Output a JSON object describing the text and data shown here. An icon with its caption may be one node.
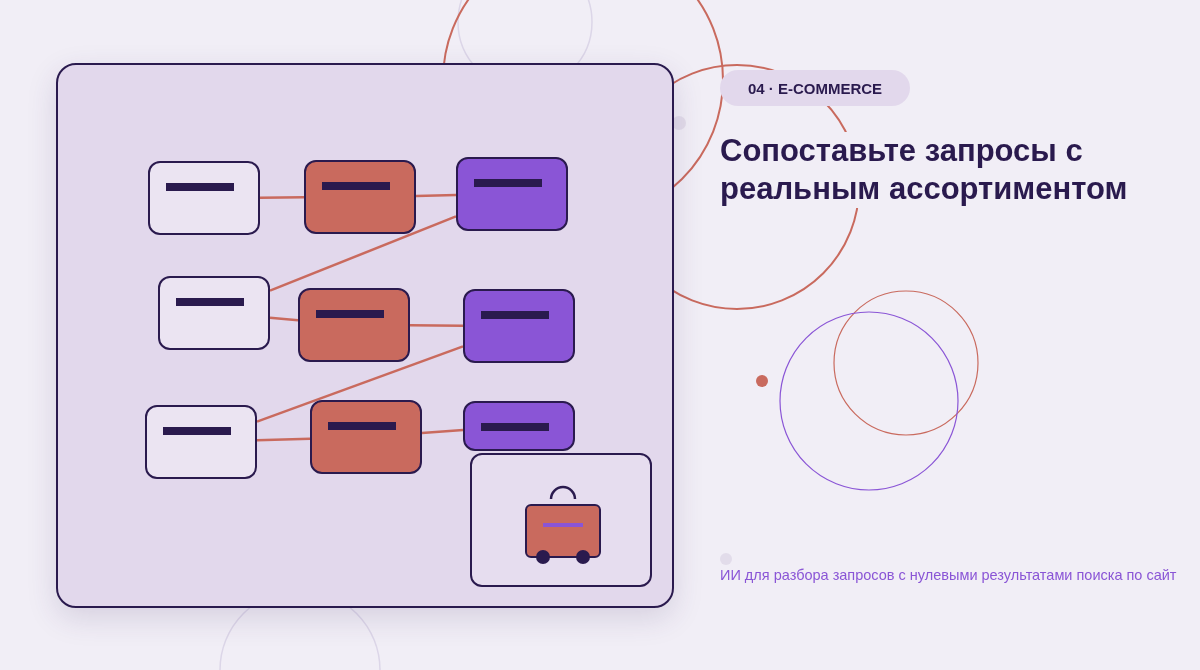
{
  "diagram": {
    "title": "Сопоставьте запросы с реальным ассортиментом",
    "caption": "ИИ для разбора запросов с нулевыми результатами поиска по сайт",
    "nodes": [
      {
        "text": [],
        "shape": "box"
      },
      {
        "text": [],
        "shape": "box",
        "in": 0
      },
      {
        "text": [],
        "shape": "box",
        "in": 0
      },
      {
        "text": [],
        "shape": "box",
        "in": 0
      },
      {
        "text": [],
        "shape": "box",
        "in": 0
      },
      {
        "text": [],
        "shape": "box",
        "in": 0
      },
      {
        "text": [],
        "shape": "box",
        "in": 0
      },
      {
        "text": [],
        "shape": "box",
        "in": 0
      },
      {
        "text": [],
        "shape": "box",
        "in": 0
      },
      {
        "text": [],
        "shape": "box",
        "in": 0
      },
      {
        "text": [],
        "shape": "picture",
        "in": 0
      },
      {
        "text": [
          "04 · E-COMMERCE"
        ]
      }
    ],
    "edges": [
      {
        "from": 1,
        "to": 2,
        "arrow": "none"
      },
      {
        "from": 2,
        "to": 3,
        "arrow": "none"
      },
      {
        "from": 3,
        "to": 4,
        "arrow": "none"
      },
      {
        "from": 4,
        "to": 5,
        "arrow": "none"
      },
      {
        "from": 5,
        "to": 6,
        "arrow": "none"
      },
      {
        "from": 6,
        "to": 7,
        "arrow": "none"
      },
      {
        "from": 7,
        "to": 8,
        "arrow": "none"
      },
      {
        "from": 8,
        "to": 9,
        "arrow": "none"
      }
    ]
  }
}
